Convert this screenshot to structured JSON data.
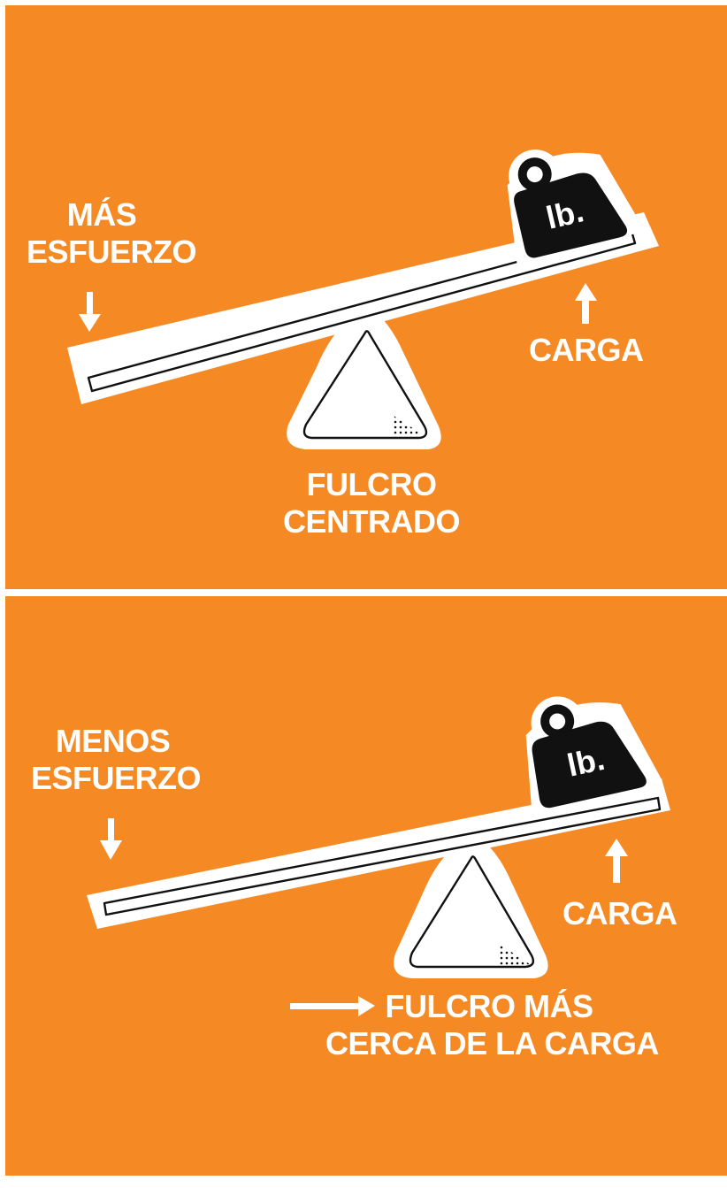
{
  "background_color": "#f58a25",
  "weight_color": "#111111",
  "top": {
    "effort_label": [
      "MÁS",
      "ESFUERZO"
    ],
    "load_label": "CARGA",
    "fulcrum_label": [
      "FULCRO",
      "CENTRADO"
    ],
    "weight_text": "lb."
  },
  "bottom": {
    "effort_label": [
      "MENOS",
      "ESFUERZO"
    ],
    "load_label": "CARGA",
    "fulcrum_label": [
      "FULCRO MÁS",
      "CERCA DE LA CARGA"
    ],
    "weight_text": "lb."
  }
}
